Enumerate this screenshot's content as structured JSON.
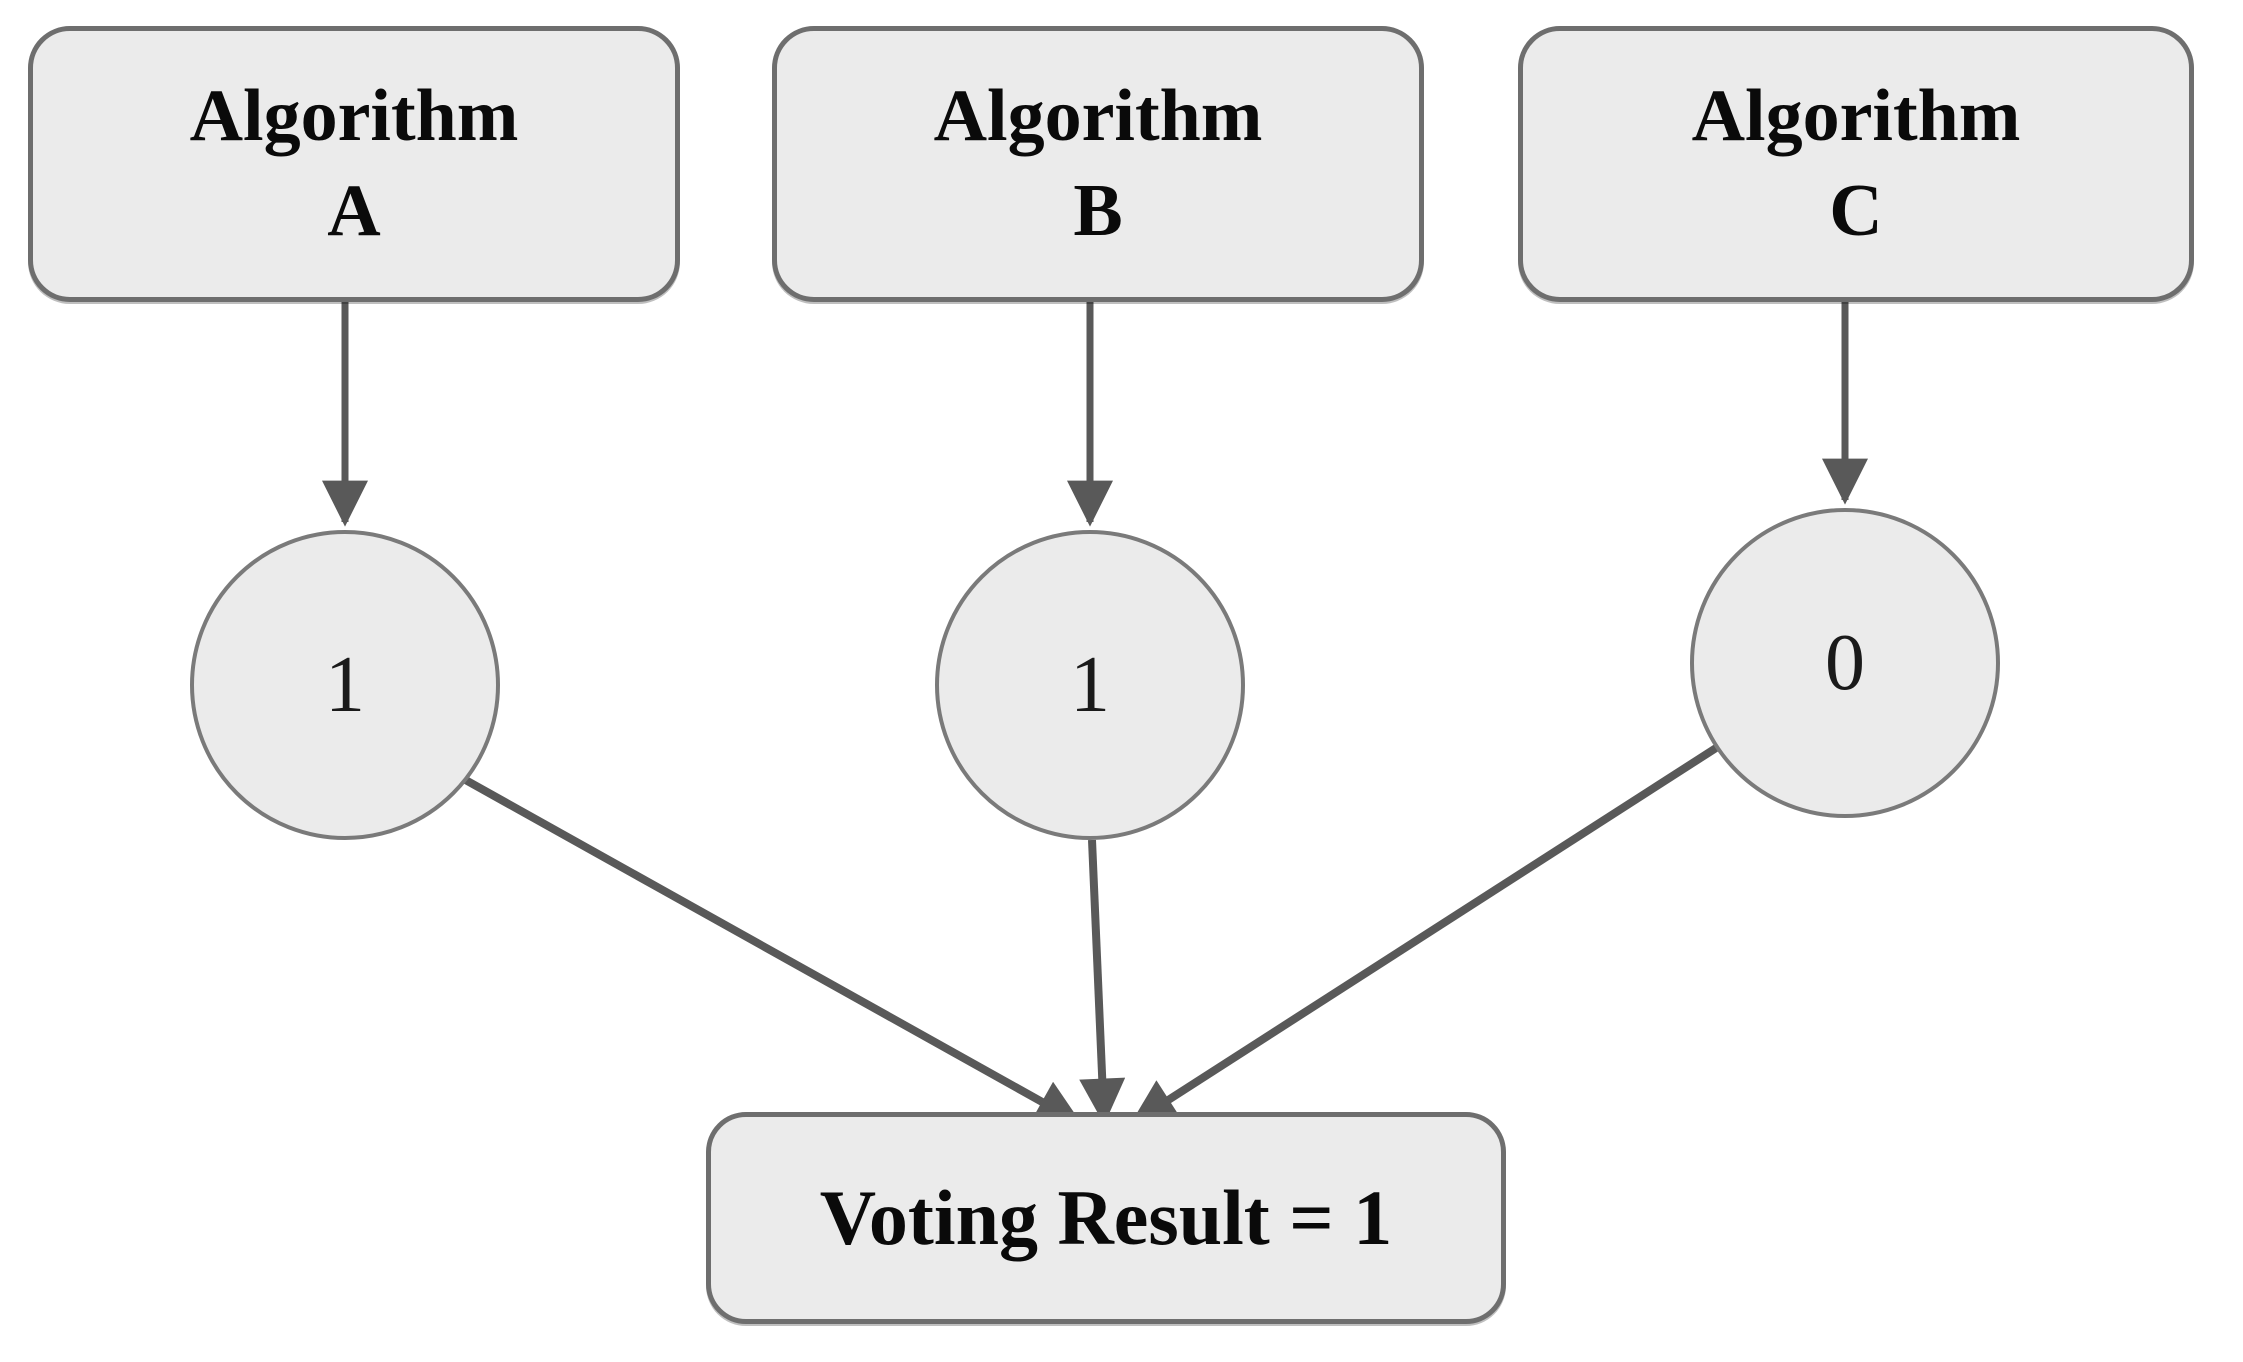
{
  "colors": {
    "background": "#ffffff",
    "node_fill": "#ebebeb",
    "node_border": "#6e6e6e",
    "circle_border": "#7a7a7a",
    "edge": "#595959",
    "text": "#0a0a0a"
  },
  "algorithm_boxes": [
    {
      "line1": "Algorithm",
      "line2": "A"
    },
    {
      "line1": "Algorithm",
      "line2": "B"
    },
    {
      "line1": "Algorithm",
      "line2": "C"
    }
  ],
  "vote_circles": [
    {
      "value": "1"
    },
    {
      "value": "1"
    },
    {
      "value": "0"
    }
  ],
  "result_box": {
    "label": "Voting Result = 1"
  }
}
